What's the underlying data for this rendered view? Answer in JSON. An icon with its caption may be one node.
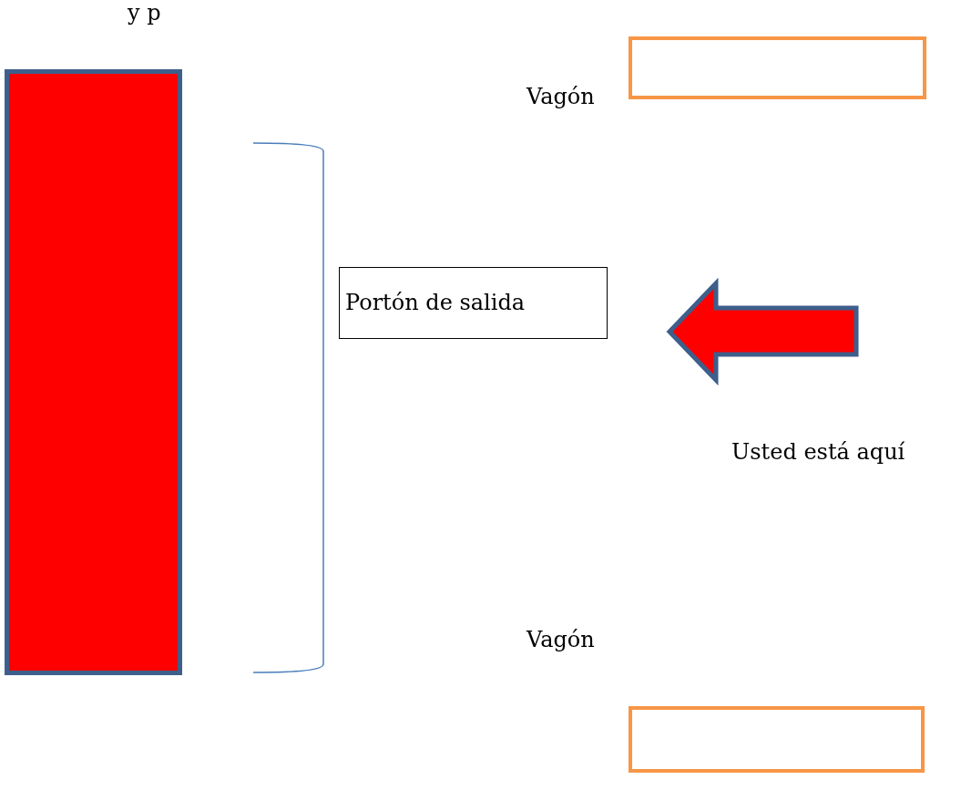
{
  "diagram": {
    "nodes": [
      {
        "text": [],
        "shape": "box",
        "beside": [
          "Vagón"
        ]
      },
      {
        "text": [],
        "shape": "bar"
      },
      {
        "text": [
          "Portón de salida"
        ]
      },
      {
        "text": [],
        "shape": "box",
        "beside": [
          "Vagón"
        ]
      }
    ],
    "labels": [
      "y p",
      "Usted está aquí"
    ]
  }
}
